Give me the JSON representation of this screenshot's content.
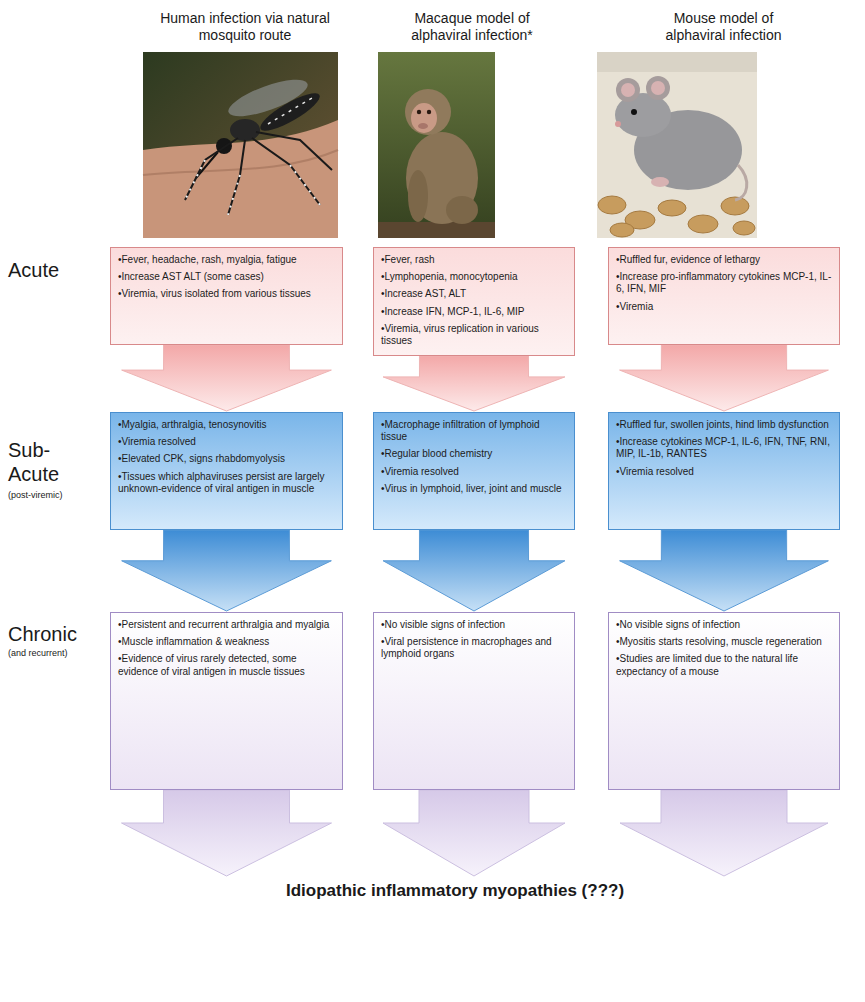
{
  "diagram": {
    "nodes": [
      {
        "text": [
          "•Fever, headache, rash, myalgia, fatigue",
          "•Increase AST ALT (some cases)",
          "•Viremia, virus isolated from various tissues"
        ]
      },
      {
        "text": [
          "•Fever, rash",
          "•Lymphopenia, monocytopenia",
          "•Increase AST, ALT",
          "•Increase IFN, MCP-1, IL-6, MIP",
          "•Viremia, virus replication in various tissues"
        ]
      },
      {
        "text": [
          "•Ruffled fur, evidence of lethargy",
          "•Increase pro-inflammatory cytokines MCP-1, IL-6, IFN, MIF",
          "•Viremia"
        ]
      },
      {
        "text": [
          "•Myalgia, arthralgia, tenosynovitis",
          "•Viremia resolved",
          "•Elevated CPK, signs rhabdomyolysis",
          "•Tissues which alphaviruses persist are largely unknown-evidence of viral antigen in muscle"
        ]
      },
      {
        "text": [
          "•Macrophage infiltration of lymphoid tissue",
          "•Regular blood chemistry",
          "•Viremia resolved",
          "•Virus in lymphoid, liver, joint and muscle"
        ]
      },
      {
        "text": [
          "•Ruffled fur, swollen joints, hind limb dysfunction",
          "•Increase cytokines MCP-1, IL-6, IFN, TNF, RNI, MIP, IL-1b, RANTES",
          "•Viremia resolved"
        ]
      },
      {
        "text": [
          "•Persistent and recurrent arthralgia and myalgia",
          "•Muscle inflammation & weakness",
          "•Evidence of virus rarely detected, some evidence of viral antigen in muscle tissues"
        ]
      },
      {
        "text": [
          "•No visible signs of infection",
          "•Viral persistence in macrophages and lymphoid organs"
        ]
      },
      {
        "text": [
          "•No visible signs of infection",
          "•Myositis starts resolving, muscle regeneration",
          "•Studies are limited due to the natural life expectancy of a mouse"
        ]
      }
    ],
    "edges": [
      {
        "from": 0,
        "to": 3,
        "arrow": "to"
      },
      {
        "from": 1,
        "to": 4,
        "arrow": "to"
      },
      {
        "from": 2,
        "to": 5,
        "arrow": "to"
      },
      {
        "from": 3,
        "to": 6,
        "arrow": "to"
      },
      {
        "from": 4,
        "to": 7,
        "arrow": "to"
      },
      {
        "from": 5,
        "to": 8,
        "arrow": "to"
      }
    ],
    "labels": [
      "Human infection via natural mosquito route",
      "Macaque model of alphaviral infection*",
      "Mouse model of alphaviral infection",
      "Acute",
      "Sub-Acute",
      "(post-viremic)",
      "Chronic",
      "(and recurrent)",
      "Idiopathic inflammatory myopathies (???)"
    ]
  }
}
